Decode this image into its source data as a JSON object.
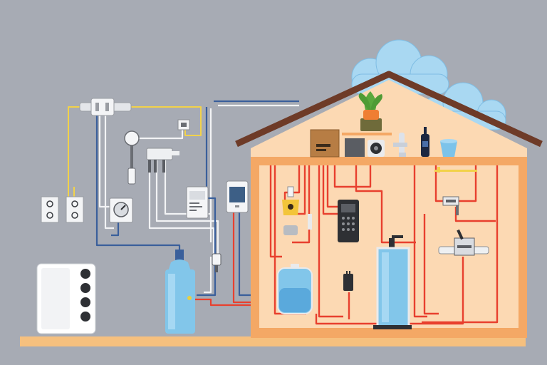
{
  "colors": {
    "background": "#a7abb4",
    "house_wall": "#fcd9b3",
    "house_frame": "#f4a865",
    "roof": "#6e3b28",
    "ground": "#f6c07e",
    "electric_wire": "#e8402e",
    "water_pipe": "#3a5f9b",
    "signal_wire": "#f2d24a",
    "white_pipe": "#f2f3f5",
    "cloud": "#a9d8f2",
    "tank": "#82c6ea"
  },
  "components": [
    {
      "name": "cloud-large-icon"
    },
    {
      "name": "cloud-small-icon"
    },
    {
      "name": "roof"
    },
    {
      "name": "house-wall"
    },
    {
      "name": "attic-shelf"
    },
    {
      "name": "potted-plant-icon"
    },
    {
      "name": "control-box-icon"
    },
    {
      "name": "dark-box-icon"
    },
    {
      "name": "speaker-icon"
    },
    {
      "name": "faucet-icon"
    },
    {
      "name": "bottle-icon"
    },
    {
      "name": "bowl-icon"
    },
    {
      "name": "outdoor-unit-icon"
    },
    {
      "name": "water-tank-icon"
    },
    {
      "name": "wall-outlet-icon"
    },
    {
      "name": "pipe-valve-icon"
    },
    {
      "name": "pressure-gauge-icon"
    },
    {
      "name": "thermostat-icon"
    },
    {
      "name": "tablet-controller-icon"
    },
    {
      "name": "smart-plug-icon"
    },
    {
      "name": "phone-controller-icon"
    },
    {
      "name": "pressure-tank-icon"
    },
    {
      "name": "water-filter-tank-icon"
    },
    {
      "name": "plug-icon"
    },
    {
      "name": "valve-assembly-icon"
    },
    {
      "name": "pump-unit-icon"
    }
  ]
}
